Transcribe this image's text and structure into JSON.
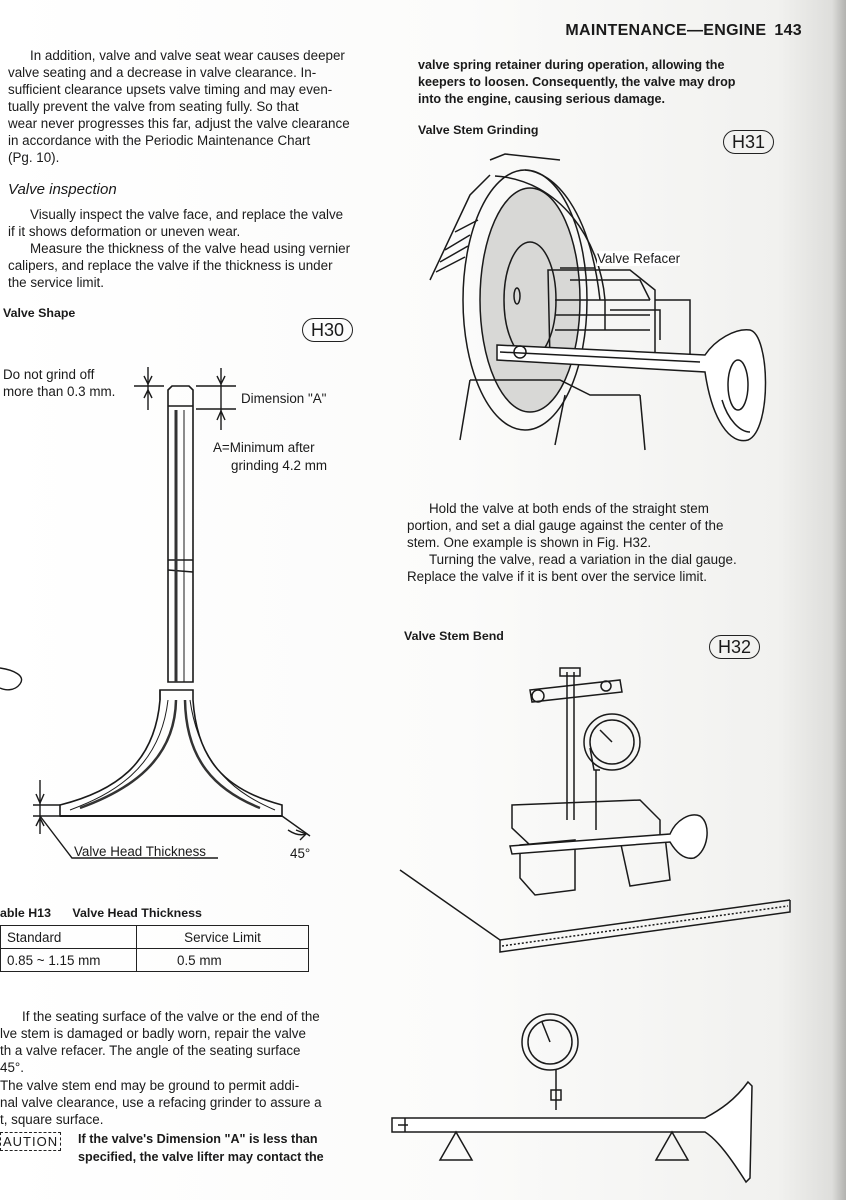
{
  "header": {
    "section": "MAINTENANCE—ENGINE",
    "page_number": "143"
  },
  "left": {
    "intro": [
      "In addition, valve and valve seat wear causes deeper",
      "valve seating and a decrease in valve clearance. In-",
      "sufficient clearance upsets valve timing and may even-",
      "tually prevent the valve from seating fully. So that",
      "wear never progresses this far, adjust the valve clearance",
      "in accordance with the Periodic Maintenance Chart",
      "(Pg. 10)."
    ],
    "inspection_heading": "Valve inspection",
    "inspection": [
      "Visually inspect the valve face, and replace the valve",
      "if it shows deformation or uneven wear.",
      "Measure the thickness of the valve head using vernier",
      "calipers, and replace the valve if the thickness is under",
      "the service limit."
    ],
    "fig_h30": {
      "title": "Valve Shape",
      "tag": "H30",
      "note_line1": "Do not grind off",
      "note_line2": "more than 0.3 mm.",
      "dim_a": "Dimension \"A\"",
      "min_line1": "A=Minimum after",
      "min_line2": "grinding 4.2 mm",
      "head_label": "Valve Head Thickness",
      "angle": "45°"
    },
    "table_h13": {
      "label": "able H13",
      "title": "Valve Head Thickness",
      "headers": [
        "Standard",
        "Service Limit"
      ],
      "row": [
        "0.85 ~ 1.15 mm",
        "0.5 mm"
      ]
    },
    "seating": [
      "If the seating surface of the valve or the end of the",
      "lve stem is damaged or badly worn, repair the valve",
      "th a valve refacer. The angle of the seating surface",
      "45°."
    ],
    "grind": [
      "The valve stem end may be ground to permit addi-",
      "nal valve clearance, use a refacing grinder to assure a",
      "t, square surface."
    ],
    "caution_label": "AUTION",
    "caution": [
      "If the valve's Dimension \"A\" is less than",
      "specified, the valve lifter may contact the"
    ]
  },
  "right": {
    "cont": [
      "valve spring retainer during operation, allowing the",
      "keepers to loosen. Consequently, the valve may drop",
      "into the engine, causing serious damage."
    ],
    "fig_h31": {
      "title": "Valve Stem Grinding",
      "tag": "H31",
      "label": "Valve Refacer"
    },
    "bend_text": [
      "Hold the valve at both ends of the straight stem",
      "portion, and set a dial gauge against the center of the",
      "stem. One example is shown in Fig. H32.",
      "Turning the valve, read a variation in the dial gauge.",
      "Replace the valve if it is bent over the service limit."
    ],
    "fig_h32": {
      "title": "Valve Stem Bend",
      "tag": "H32"
    }
  }
}
